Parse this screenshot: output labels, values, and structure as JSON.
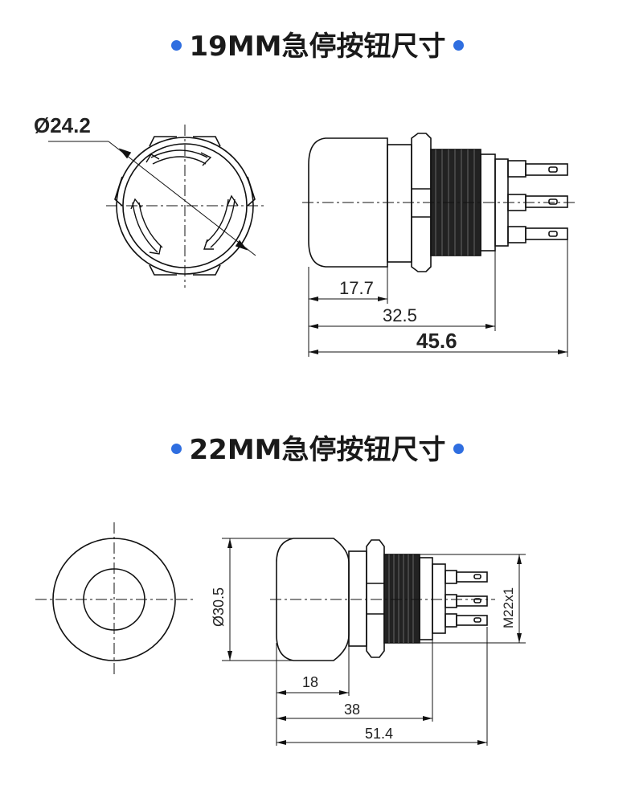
{
  "colors": {
    "accent_dot": "#2f6ee0",
    "line": "#111111",
    "body_fill": "#ffffff"
  },
  "section1": {
    "title": "19MM急停按钮尺寸",
    "dims": {
      "diameter": "Ø24.2",
      "d1": "17.7",
      "d2": "32.5",
      "d3": "45.6"
    }
  },
  "section2": {
    "title": "22MM急停按钮尺寸",
    "dims": {
      "diameter": "Ø30.5",
      "thread": "M22x1",
      "d1": "18",
      "d2": "38",
      "d3": "51.4"
    }
  }
}
